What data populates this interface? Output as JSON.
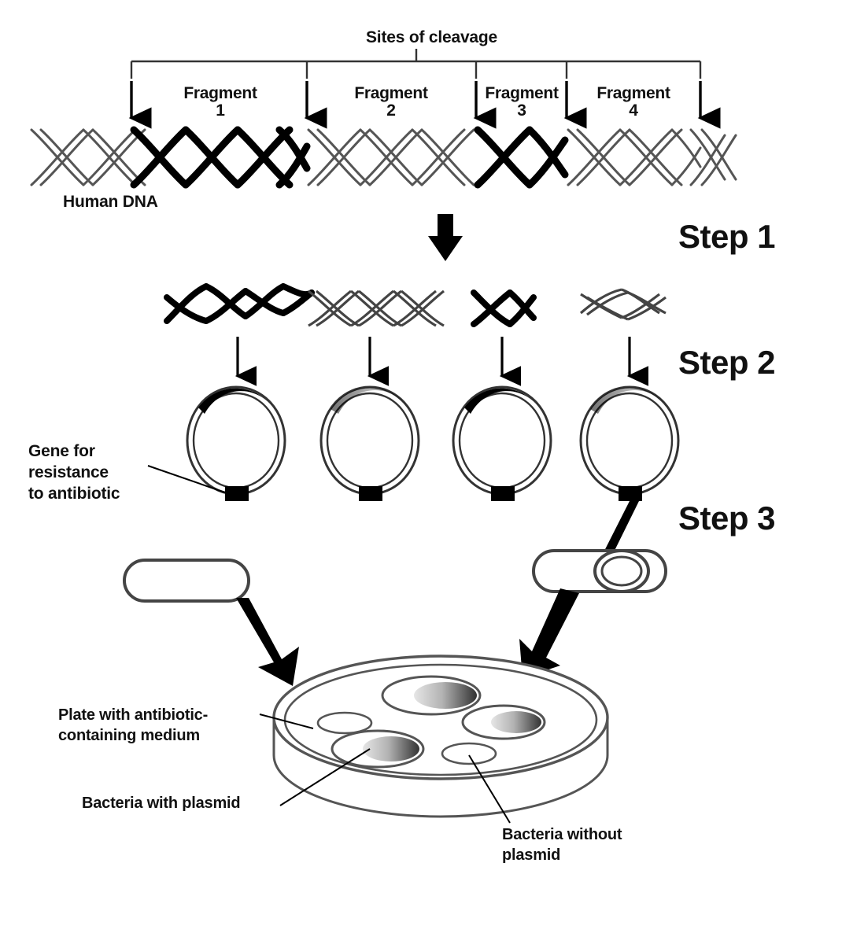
{
  "figure": {
    "title_annotation": "Sites of cleavage",
    "source_label": "Human DNA",
    "background_color": "#ffffff",
    "ink_color": "#000000"
  },
  "step1": {
    "step_label": "Step 1",
    "cleavage_label": "Sites of cleavage",
    "dna_label": "Human DNA",
    "fragments": [
      {
        "name": "Fragment",
        "number": "1"
      },
      {
        "name": "Fragment",
        "number": "2"
      },
      {
        "name": "Fragment",
        "number": "3"
      },
      {
        "name": "Fragment",
        "number": "4"
      }
    ],
    "cleavage_site_count": 5
  },
  "step2": {
    "step_label": "Step 2",
    "fragment_count": 4,
    "plasmid_count": 4,
    "gene_label_line1": "Gene for",
    "gene_label_line2": "resistance",
    "gene_label_line3": "to antibiotic",
    "gene_label_full": "Gene for resistance to antibiotic"
  },
  "step3": {
    "step_label": "Step 3",
    "bacteria_without_plasmid_label": "Bacteria without",
    "bacteria_without_plasmid_label_line2": "plasmid",
    "bacteria_with_plasmid_label": "Bacteria with plasmid",
    "plate_label_line1": "Plate with antibiotic-",
    "plate_label_line2": "containing medium",
    "plate_label_full": "Plate with antibiotic-containing medium",
    "colonies_large": 3,
    "colonies_small": 2
  }
}
